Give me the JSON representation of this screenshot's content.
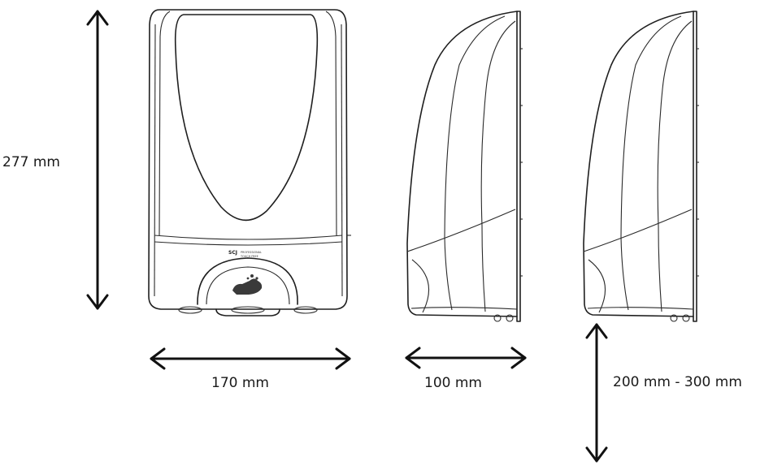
{
  "dimensions": {
    "height": "277 mm",
    "width": "170 mm",
    "depth": "100 mm",
    "mounting_height": "200 mm - 300 mm"
  },
  "brand": {
    "name": "SCJ",
    "tagline": "PROFESSIONAL",
    "sub": "TOUCH FREE"
  },
  "colors": {
    "line": "#1f1f1f",
    "background": "#ffffff"
  }
}
